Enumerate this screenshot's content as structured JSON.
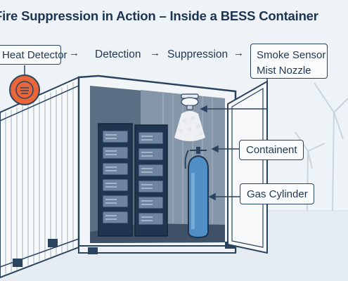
{
  "title": "Fire Suppression in Action – Inside a BESS Container",
  "flow": {
    "step1": "Heat Detector",
    "step2": "Detection",
    "step3": "Suppression"
  },
  "labels": {
    "smoke_sensor": "Smoke Sensor",
    "mist_nozzle": "Mist Nozzle",
    "containment": "Containent",
    "gas_cylinder": "Gas Cylinder"
  },
  "colors": {
    "outline": "#2a4460",
    "detector": "#e8663a",
    "cylinder": "#4f8fc6",
    "background": "#eef3f7"
  }
}
